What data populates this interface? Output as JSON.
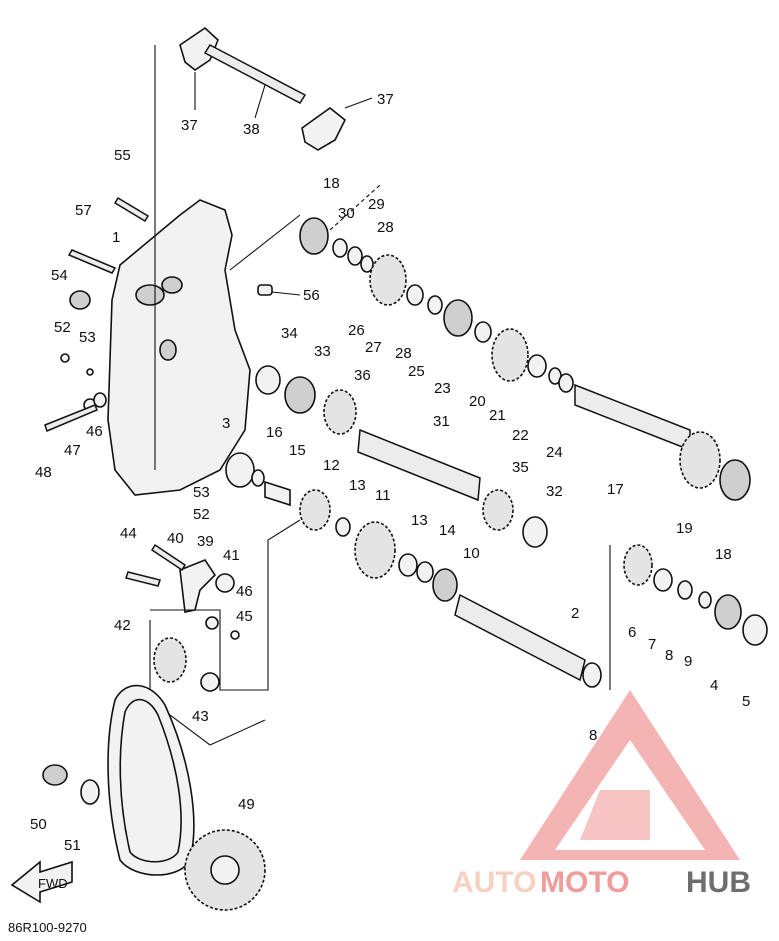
{
  "diagram": {
    "reference_code": "86R100-9270",
    "direction_label": "FWD",
    "callouts": [
      {
        "label": "1"
      },
      {
        "label": "2"
      },
      {
        "label": "3"
      },
      {
        "label": "4"
      },
      {
        "label": "5"
      },
      {
        "label": "6"
      },
      {
        "label": "7"
      },
      {
        "label": "8"
      },
      {
        "label": "8"
      },
      {
        "label": "9"
      },
      {
        "label": "10"
      },
      {
        "label": "11"
      },
      {
        "label": "12"
      },
      {
        "label": "13"
      },
      {
        "label": "13"
      },
      {
        "label": "14"
      },
      {
        "label": "15"
      },
      {
        "label": "16"
      },
      {
        "label": "17"
      },
      {
        "label": "18"
      },
      {
        "label": "18"
      },
      {
        "label": "19"
      },
      {
        "label": "20"
      },
      {
        "label": "21"
      },
      {
        "label": "22"
      },
      {
        "label": "23"
      },
      {
        "label": "24"
      },
      {
        "label": "25"
      },
      {
        "label": "26"
      },
      {
        "label": "27"
      },
      {
        "label": "28"
      },
      {
        "label": "28"
      },
      {
        "label": "29"
      },
      {
        "label": "30"
      },
      {
        "label": "31"
      },
      {
        "label": "32"
      },
      {
        "label": "33"
      },
      {
        "label": "34"
      },
      {
        "label": "35"
      },
      {
        "label": "36"
      },
      {
        "label": "37"
      },
      {
        "label": "37"
      },
      {
        "label": "38"
      },
      {
        "label": "39"
      },
      {
        "label": "40"
      },
      {
        "label": "41"
      },
      {
        "label": "42"
      },
      {
        "label": "43"
      },
      {
        "label": "44"
      },
      {
        "label": "45"
      },
      {
        "label": "46"
      },
      {
        "label": "46"
      },
      {
        "label": "47"
      },
      {
        "label": "48"
      },
      {
        "label": "49"
      },
      {
        "label": "50"
      },
      {
        "label": "51"
      },
      {
        "label": "52"
      },
      {
        "label": "52"
      },
      {
        "label": "53"
      },
      {
        "label": "53"
      },
      {
        "label": "54"
      },
      {
        "label": "55"
      },
      {
        "label": "56"
      },
      {
        "label": "57"
      }
    ]
  },
  "watermark": {
    "text_part_1": "AUTO",
    "text_part_2": "MOTO",
    "text_part_3": "HUB",
    "color_light": "#f6c9b8",
    "color_accent": "#f08a8a",
    "color_dark": "#555555"
  }
}
